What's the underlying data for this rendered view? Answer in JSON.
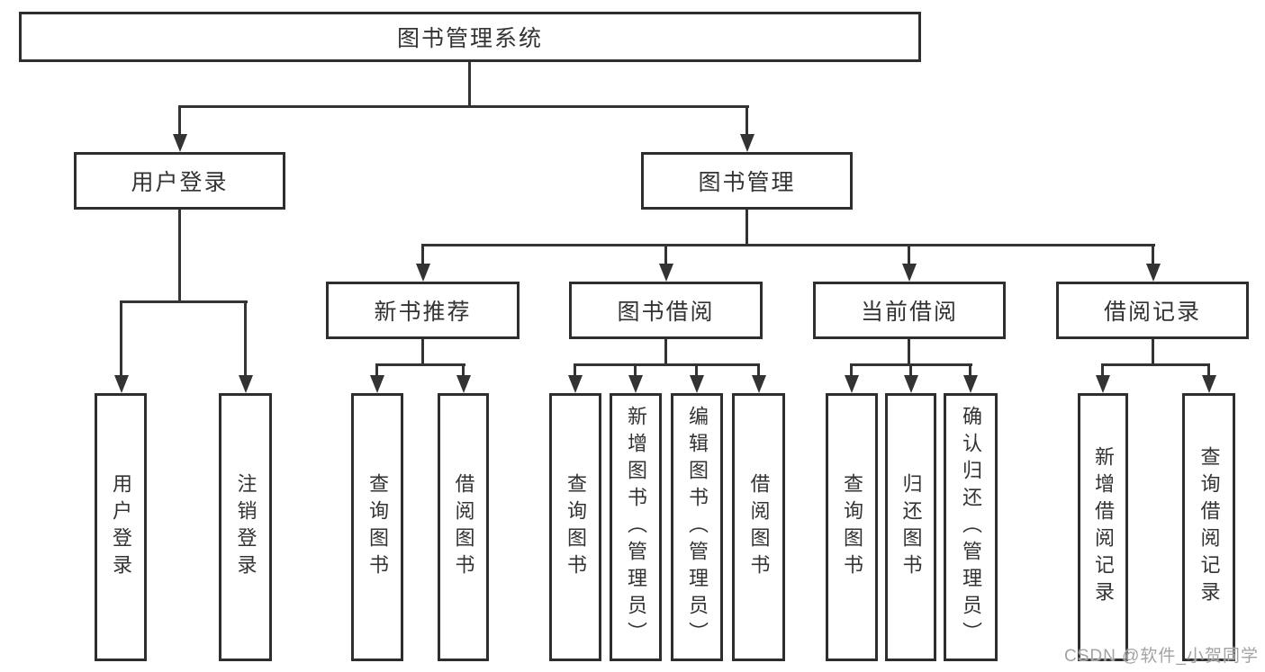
{
  "diagram": {
    "watermark": "CSDN @软件_小贺同学",
    "colors": {
      "line": "#333333",
      "border": "#2e2e2e",
      "text": "#333333",
      "watermark": "#a3a3a3",
      "background": "#ffffff"
    },
    "tree": {
      "label": "图书管理系统",
      "children": [
        {
          "label": "用户登录",
          "children": [
            {
              "label": "用户登录"
            },
            {
              "label": "注销登录"
            }
          ]
        },
        {
          "label": "图书管理",
          "children": [
            {
              "label": "新书推荐",
              "children": [
                {
                  "label": "查询图书"
                },
                {
                  "label": "借阅图书"
                }
              ]
            },
            {
              "label": "图书借阅",
              "children": [
                {
                  "label": "查询图书"
                },
                {
                  "label": "新增图书（管理员）"
                },
                {
                  "label": "编辑图书（管理员）"
                },
                {
                  "label": "借阅图书"
                }
              ]
            },
            {
              "label": "当前借阅",
              "children": [
                {
                  "label": "查询图书"
                },
                {
                  "label": "归还图书"
                },
                {
                  "label": "确认归还（管理员）"
                }
              ]
            },
            {
              "label": "借阅记录",
              "children": [
                {
                  "label": "新增借阅记录"
                },
                {
                  "label": "查询借阅记录"
                }
              ]
            }
          ]
        }
      ]
    }
  }
}
